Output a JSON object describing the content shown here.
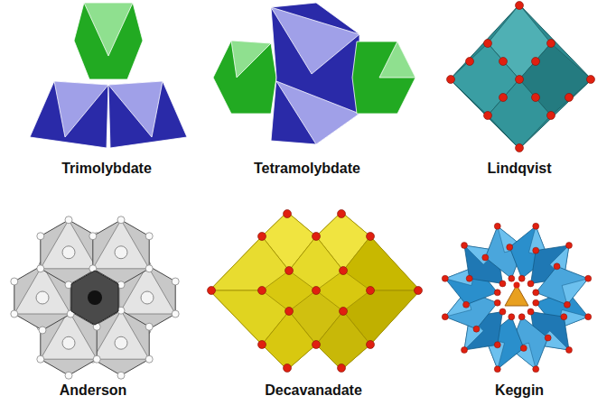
{
  "diagram": {
    "labels": [
      "Trimolybdate",
      "Tetramolybdate",
      "Lindqvist",
      "Anderson",
      "Decavanadate",
      "Keggin"
    ]
  }
}
